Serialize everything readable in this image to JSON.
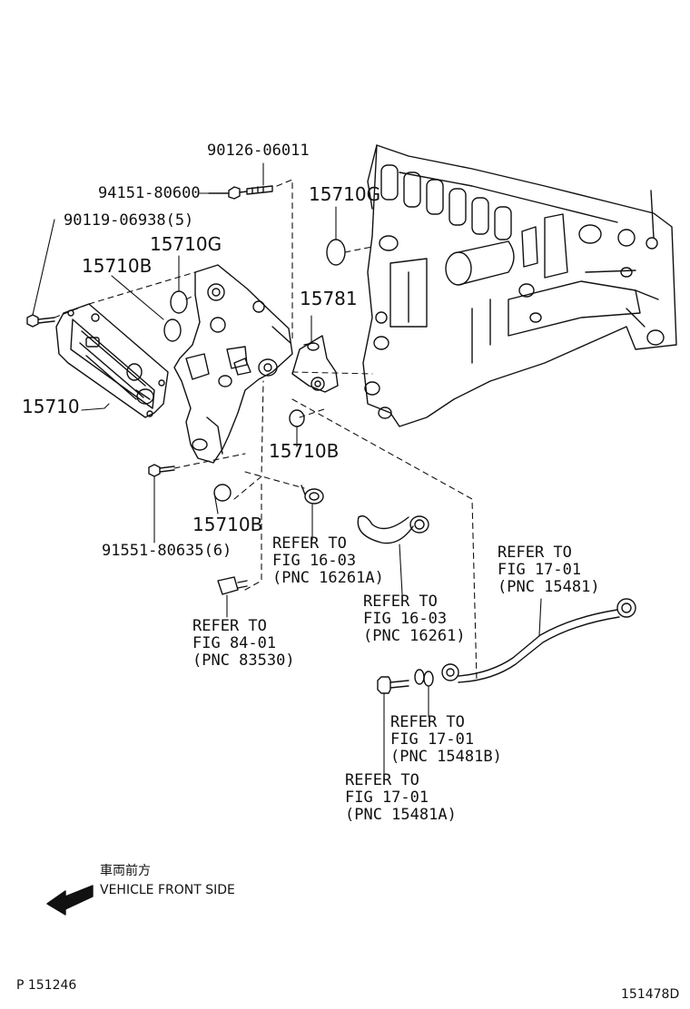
{
  "part_numbers": {
    "pn_90126": "90126-06011",
    "pn_94151": "94151-80600",
    "pn_90119": "90119-06938(5)",
    "pn_15710g_top": "15710G",
    "pn_15710g_mid": "15710G",
    "pn_15710b_left": "15710B",
    "pn_15781": "15781",
    "pn_15710": "15710",
    "pn_15710b_right": "15710B",
    "pn_15710b_lower": "15710B",
    "pn_91551": "91551-80635(6)"
  },
  "references": {
    "ref_16261a": [
      "REFER TO",
      "FIG 16-03",
      "(PNC 16261A)"
    ],
    "ref_16261": [
      "REFER TO",
      "FIG 16-03",
      "(PNC 16261)"
    ],
    "ref_83530": [
      "REFER TO",
      "FIG 84-01",
      "(PNC 83530)"
    ],
    "ref_15481": [
      "REFER TO",
      "FIG 17-01",
      "(PNC 15481)"
    ],
    "ref_15481b": [
      "REFER TO",
      "FIG 17-01",
      "(PNC 15481B)"
    ],
    "ref_15481a": [
      "REFER TO",
      "FIG 17-01",
      "(PNC 15481A)"
    ]
  },
  "direction": {
    "japanese": "車両前方",
    "english": "VEHICLE FRONT SIDE"
  },
  "footer": {
    "page_ref": "P 151246",
    "drawing_id": "151478D"
  },
  "colors": {
    "line": "#111111",
    "background": "#ffffff"
  }
}
